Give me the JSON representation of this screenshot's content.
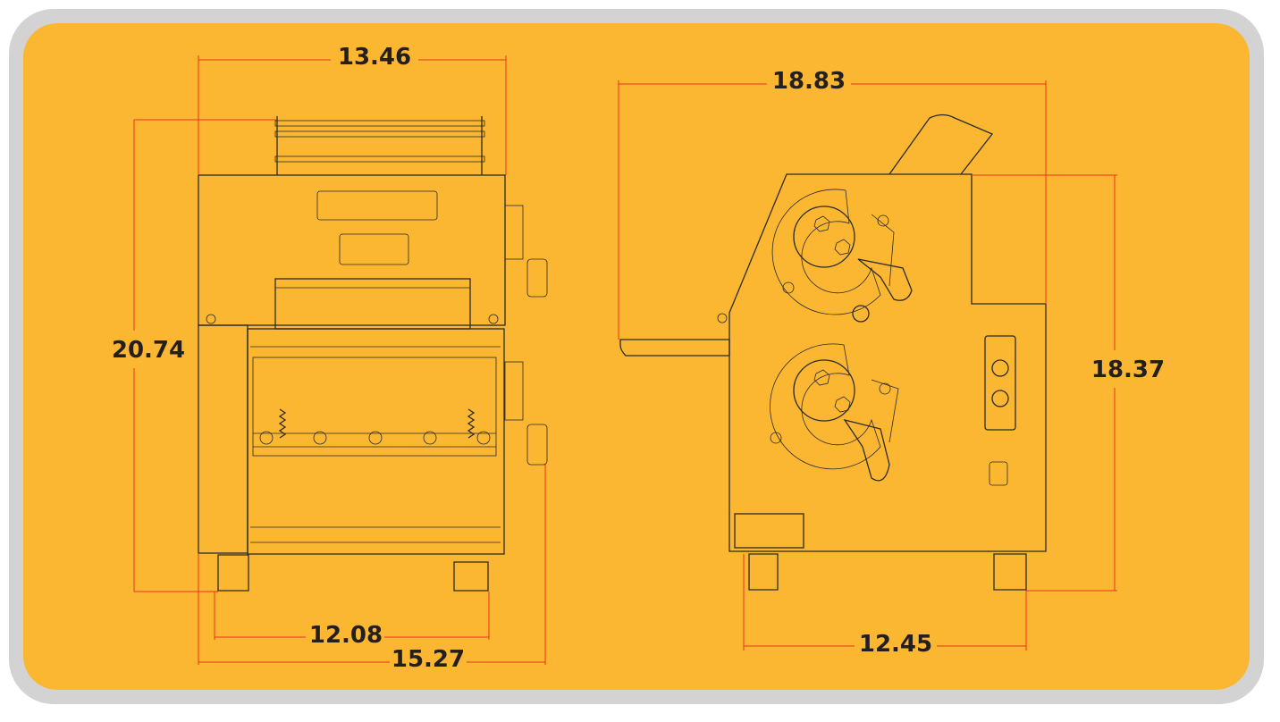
{
  "colors": {
    "background": "#fbb732",
    "frame": "#d3d3d3",
    "dimension_line": "#e8331f",
    "outline": "#2a2a2a"
  },
  "front_view": {
    "width_top": "13.46",
    "height": "20.74",
    "feet_span": "12.08",
    "overall_width": "15.27"
  },
  "side_view": {
    "overall_length": "18.83",
    "height": "18.37",
    "feet_span": "12.45"
  }
}
